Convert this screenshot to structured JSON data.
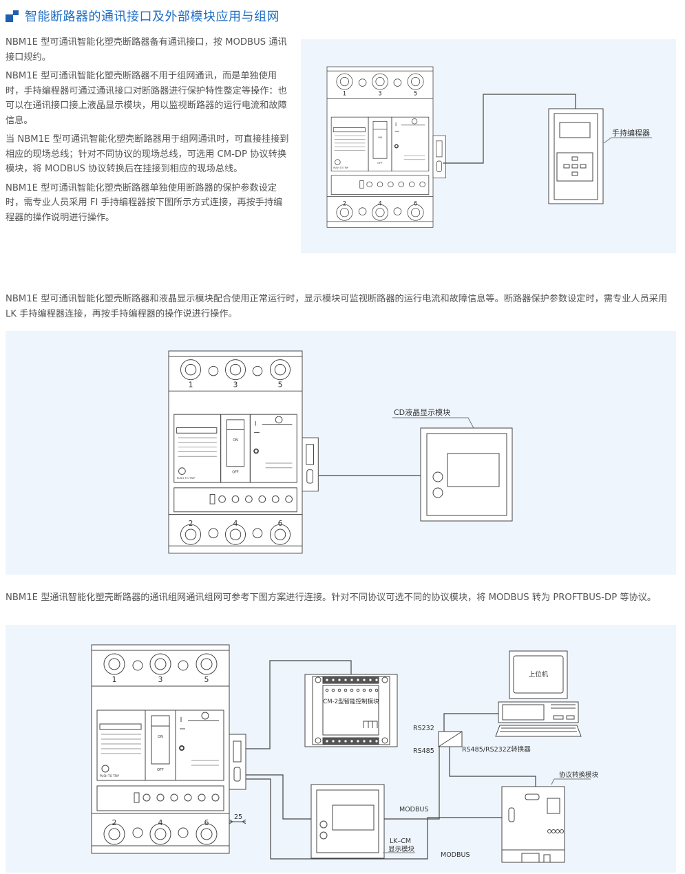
{
  "header": {
    "title": "智能断路器的通讯接口及外部模块应用与组网",
    "icon": "blue-squares-icon",
    "accent": "#1f6fc5"
  },
  "intro": {
    "paragraphs": [
      "NBM1E 型可通讯智能化塑壳断路器备有通讯接口，按 MODBUS 通讯接口规约。",
      "NBM1E 型可通讯智能化塑壳断路器不用于组网通讯，而是单独使用时，手持编程器可通过通讯接口对断路器进行保护特性整定等操作：也可以在通讯接口接上液晶显示模块，用以监视断路器的运行电流和故障信息。",
      "当 NBM1E 型可通讯智能化塑壳断路器用于组网通讯时，可直接挂接到相应的现场总线；针对不同协议的现场总线，可选用 CM-DP 协议转换模块，将 MODBUS 协议转换后在挂接到相应的现场总线。",
      "NBM1E 型可通讯智能化塑壳断路器单独使用断路器的保护参数设定时，需专业人员采用 FI 手持编程器按下图所示方式连接，再按手持编程器的操作说明进行操作。"
    ]
  },
  "breaker": {
    "top_labels": [
      "1",
      "3",
      "5"
    ],
    "bottom_labels": [
      "2",
      "4",
      "6"
    ],
    "on": "ON",
    "off": "OFF",
    "push": "PUSH TO TRIP"
  },
  "diagram1": {
    "programmer_label": "手持编程器"
  },
  "section2": {
    "text": "NBM1E 型可通讯智能化塑壳断路器和液晶显示模块配合使用正常运行时，显示模块可监视断路器的运行电流和故障信息等。断路器保护参数设定时，需专业人员采用 LK 手持编程器连接，再按手持编程器的操作说进行操作。"
  },
  "diagram2": {
    "lcd_label": "CD液晶显示模块"
  },
  "section3": {
    "text": "NBM1E 型通讯智能化塑壳断路器的通讯组网通讯组网可参考下图方案进行连接。针对不同协议可选不同的协议模块，将 MODBUS 转为 PROFTBUS-DP 等协议。"
  },
  "diagram3": {
    "cm2_label": "CM-2型智能控制模块",
    "host_label": "上位机",
    "rs232": "RS232",
    "rs485": "RS485",
    "converter_label": "RS485/RS232Z转换器",
    "protocol_label": "协议转换模块",
    "modbus1": "MODBUS",
    "modbus2": "MODBUS",
    "lkcm_label1": "LK–CM",
    "lkcm_label2": "显示模块",
    "dimension": "25"
  }
}
